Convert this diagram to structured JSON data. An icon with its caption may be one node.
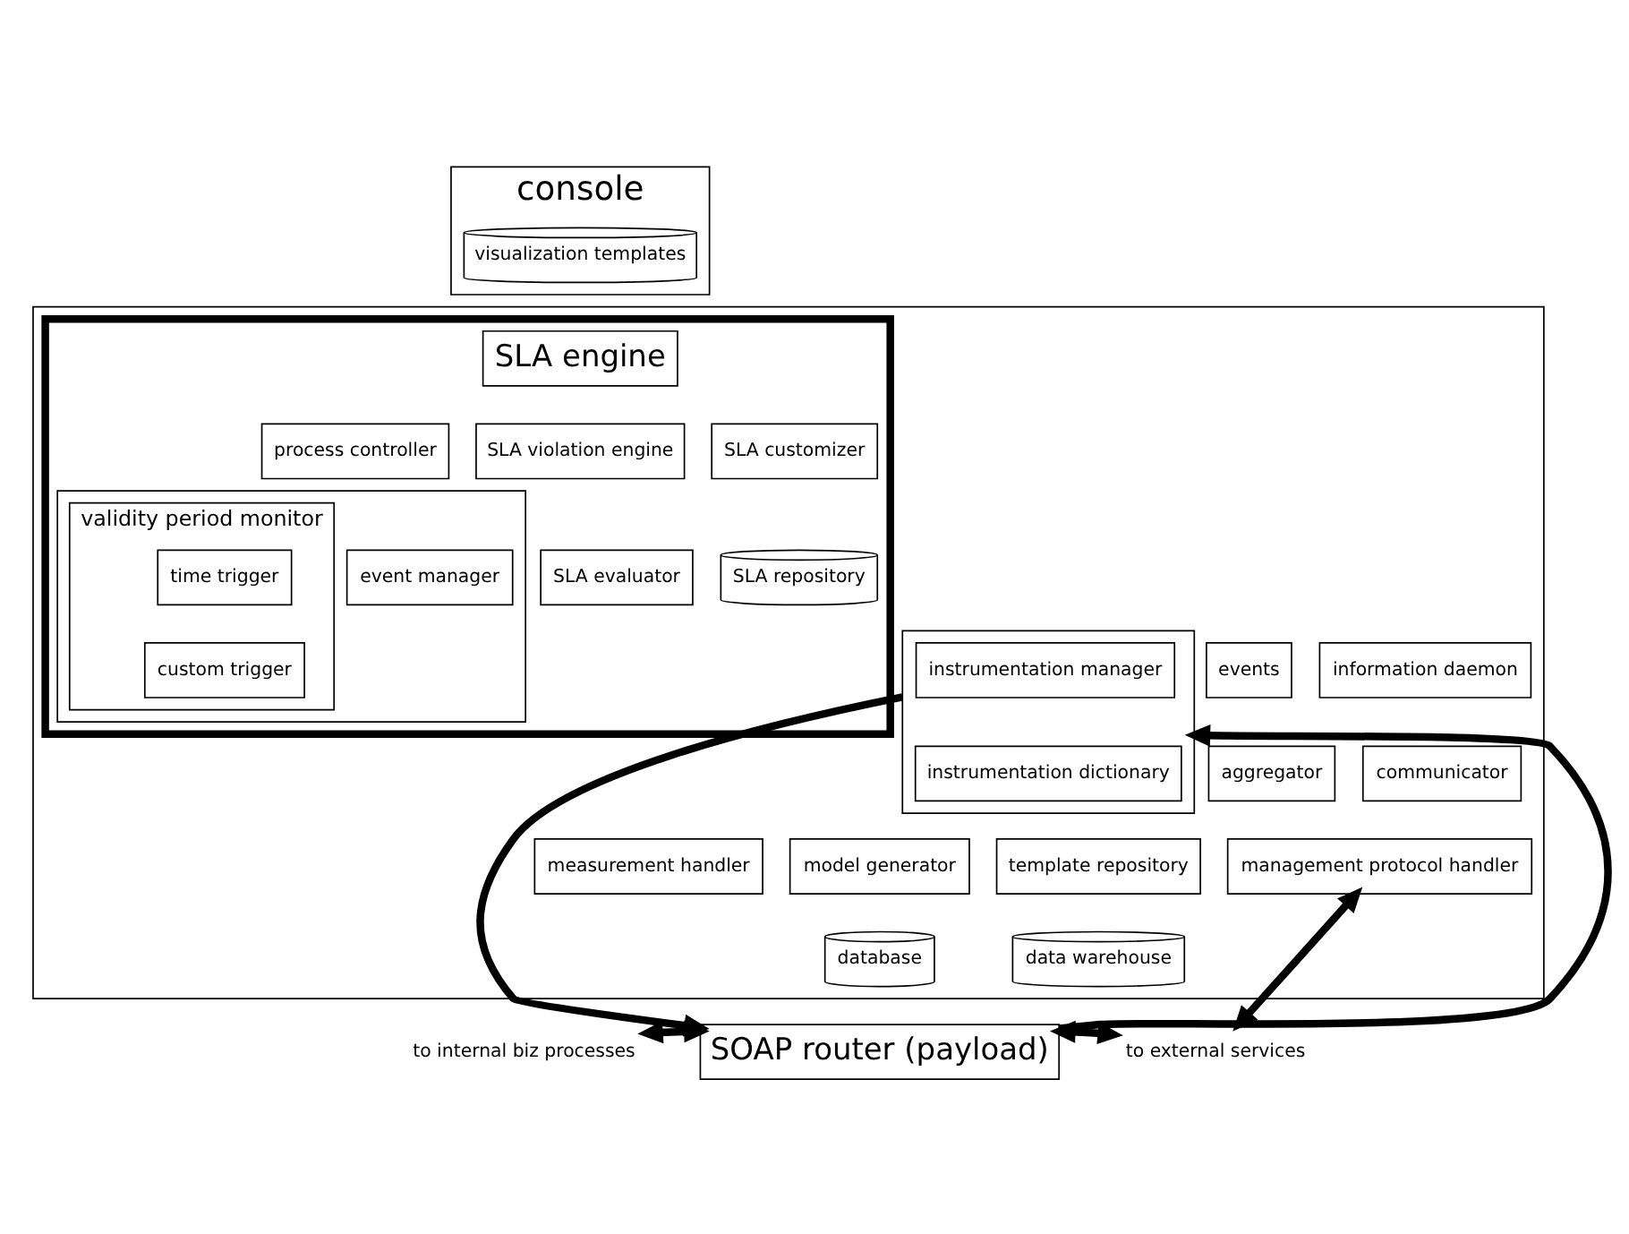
{
  "diagram": {
    "nodes": [
      {
        "text": [
          "console"
        ]
      },
      {
        "text": [
          "visualization templates"
        ],
        "in": 0
      },
      {
        "text": [],
        "shape": "box"
      },
      {
        "text": [],
        "shape": "box",
        "in": 2
      },
      {
        "text": [
          "SLA engine"
        ],
        "in": 3
      },
      {
        "text": [
          "SLA violation engine"
        ],
        "in": 3
      },
      {
        "text": [
          "process controller"
        ],
        "in": 3
      },
      {
        "text": [
          "SLA customizer"
        ],
        "in": 3
      },
      {
        "text": [
          "SLA evaluator"
        ],
        "in": 3
      },
      {
        "text": [],
        "shape": "box",
        "in": 3
      },
      {
        "text": [
          "event manager"
        ],
        "in": 9
      },
      {
        "text": [
          "validity period monitor"
        ],
        "in": 9
      },
      {
        "text": [
          "time trigger"
        ],
        "in": 11
      },
      {
        "text": [
          "custom trigger"
        ],
        "in": 11
      },
      {
        "text": [
          "SLA repository"
        ],
        "in": 3
      },
      {
        "text": [],
        "shape": "box",
        "in": 2
      },
      {
        "text": [
          "instrumentation manager"
        ],
        "in": 15
      },
      {
        "text": [
          "instrumentation dictionary"
        ],
        "in": 15
      },
      {
        "text": [
          "events"
        ],
        "in": 2
      },
      {
        "text": [
          "information daemon"
        ],
        "in": 2
      },
      {
        "text": [
          "aggregator"
        ],
        "in": 2
      },
      {
        "text": [
          "model generator"
        ],
        "in": 2
      },
      {
        "text": [
          "template repository"
        ],
        "in": 2
      },
      {
        "text": [
          "measurement handler"
        ],
        "in": 2
      },
      {
        "text": [
          "database"
        ],
        "in": 2
      },
      {
        "text": [
          "data warehouse"
        ],
        "in": 2
      },
      {
        "text": [
          "communicator"
        ],
        "in": 2
      },
      {
        "text": [
          "management protocol handler"
        ],
        "in": 2
      },
      {
        "text": [
          "SOAP router (payload)"
        ]
      },
      {
        "text": [
          "to internal biz processes"
        ]
      },
      {
        "text": [
          "to external services"
        ]
      }
    ],
    "edges": [
      {
        "from": 15,
        "to": 28,
        "arrow": "to"
      },
      {
        "from": 28,
        "to": 15,
        "arrow": "to"
      },
      {
        "from": 29,
        "to": 28,
        "arrow": "both"
      },
      {
        "from": 27,
        "to": 30,
        "arrow": "both"
      },
      {
        "from": 28,
        "to": 30,
        "arrow": "both"
      }
    ]
  }
}
